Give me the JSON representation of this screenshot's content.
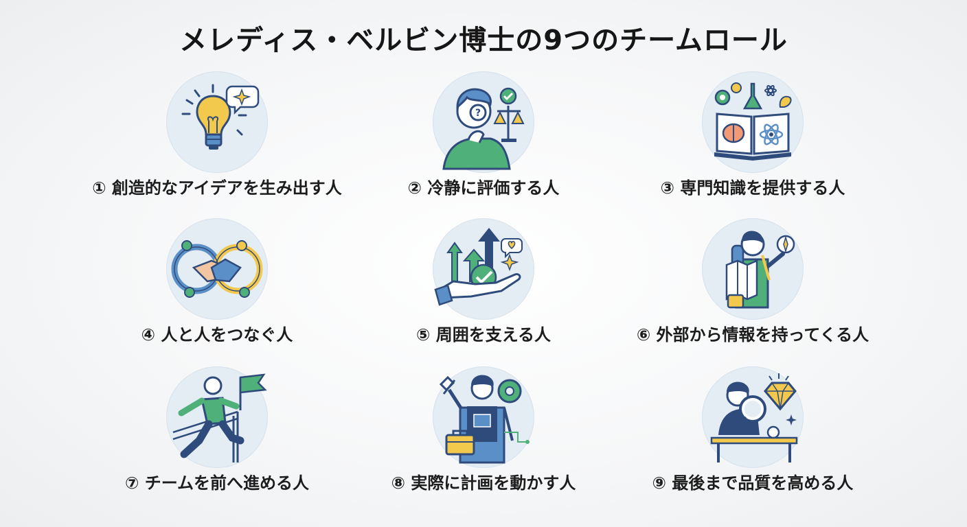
{
  "title": "メレディス・ベルビン博士の9つのチームロール",
  "roles": [
    {
      "label": "① 創造的なアイデアを生み出す人",
      "icon": "lightbulb-idea-icon"
    },
    {
      "label": "② 冷静に評価する人",
      "icon": "thinker-scales-icon"
    },
    {
      "label": "③ 専門知識を提供する人",
      "icon": "open-book-science-icon"
    },
    {
      "label": "④ 人と人をつなぐ人",
      "icon": "handshake-network-icon"
    },
    {
      "label": "⑤ 周囲を支える人",
      "icon": "supporting-hand-icon"
    },
    {
      "label": "⑥ 外部から情報を持ってくる人",
      "icon": "explorer-map-icon"
    },
    {
      "label": "⑦ チームを前へ進める人",
      "icon": "runner-flag-icon"
    },
    {
      "label": "⑧ 実際に計画を動かす人",
      "icon": "worker-tools-icon"
    },
    {
      "label": "⑨ 最後まで品質を高める人",
      "icon": "magnifier-diamond-icon"
    }
  ],
  "colors": {
    "navy": "#2f4b7c",
    "blue": "#5b8fc7",
    "green": "#4fb07a",
    "yellow": "#f2c94c",
    "circle": "#e4ecf4"
  }
}
